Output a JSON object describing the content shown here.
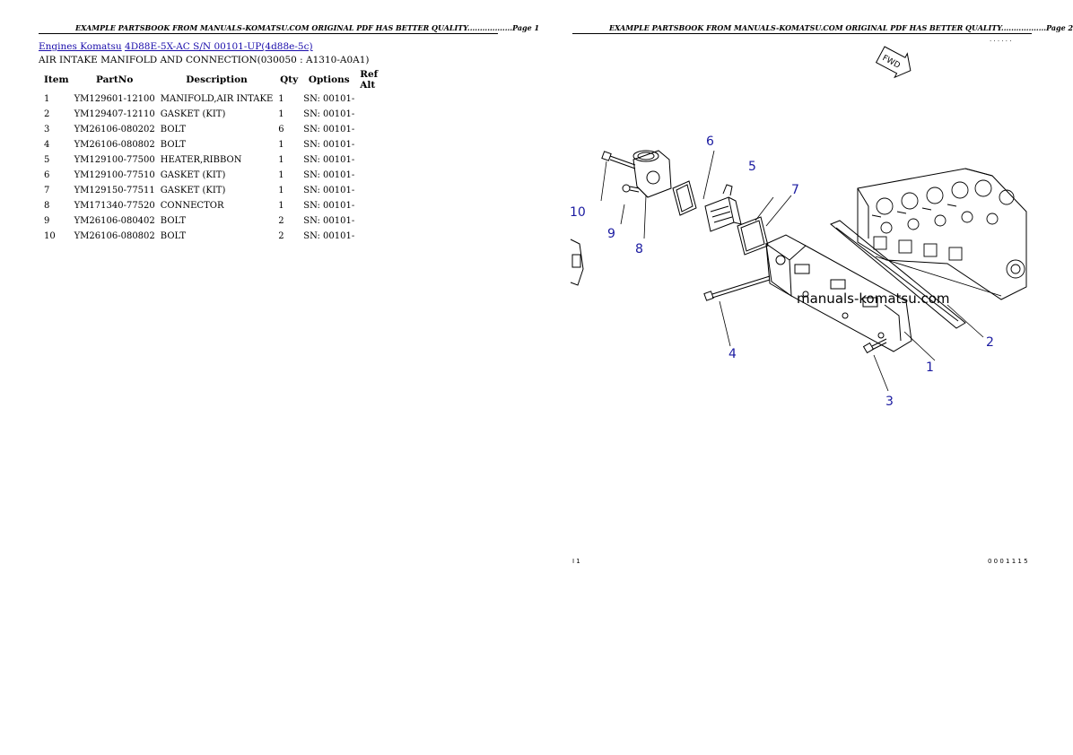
{
  "page1": {
    "header": "EXAMPLE PARTSBOOK FROM MANUALS-KOMATSU.COM ORIGINAL PDF HAS BETTER QUALITY..................Page 1",
    "breadcrumb": {
      "link1": "Engines Komatsu",
      "link2": "4D88E-5X-AC S/N 00101-UP(4d88e-5c)"
    },
    "subtitle": "AIR INTAKE MANIFOLD AND CONNECTION(030050 : A1310-A0A1)",
    "columns": [
      "Item",
      "PartNo",
      "Description",
      "Qty",
      "Options",
      "Ref",
      "Alt"
    ],
    "rows": [
      {
        "item": "1",
        "part": "YM129601-12100",
        "desc": "MANIFOLD,AIR INTAKE",
        "qty": "1",
        "opt": "SN: 00101-",
        "ref": "",
        "alt": ""
      },
      {
        "item": "2",
        "part": "YM129407-12110",
        "desc": "GASKET (KIT)",
        "qty": "1",
        "opt": "SN: 00101-",
        "ref": "",
        "alt": ""
      },
      {
        "item": "3",
        "part": "YM26106-080202",
        "desc": "BOLT",
        "qty": "6",
        "opt": "SN: 00101-",
        "ref": "",
        "alt": ""
      },
      {
        "item": "4",
        "part": "YM26106-080802",
        "desc": "BOLT",
        "qty": "1",
        "opt": "SN: 00101-",
        "ref": "",
        "alt": ""
      },
      {
        "item": "5",
        "part": "YM129100-77500",
        "desc": "HEATER,RIBBON",
        "qty": "1",
        "opt": "SN: 00101-",
        "ref": "",
        "alt": ""
      },
      {
        "item": "6",
        "part": "YM129100-77510",
        "desc": "GASKET (KIT)",
        "qty": "1",
        "opt": "SN: 00101-",
        "ref": "",
        "alt": ""
      },
      {
        "item": "7",
        "part": "YM129150-77511",
        "desc": "GASKET (KIT)",
        "qty": "1",
        "opt": "SN: 00101-",
        "ref": "",
        "alt": ""
      },
      {
        "item": "8",
        "part": "YM171340-77520",
        "desc": "CONNECTOR",
        "qty": "1",
        "opt": "SN: 00101-",
        "ref": "",
        "alt": ""
      },
      {
        "item": "9",
        "part": "YM26106-080402",
        "desc": "BOLT",
        "qty": "2",
        "opt": "SN: 00101-",
        "ref": "",
        "alt": ""
      },
      {
        "item": "10",
        "part": "YM26106-080802",
        "desc": "BOLT",
        "qty": "2",
        "opt": "SN: 00101-",
        "ref": "",
        "alt": ""
      }
    ]
  },
  "page2": {
    "header": "EXAMPLE PARTSBOOK FROM MANUALS-KOMATSU.COM ORIGINAL PDF HAS BETTER QUALITY..................Page 2",
    "watermark": "manuals-komatsu.com",
    "fwd_label": "FWD",
    "callouts": [
      "1",
      "2",
      "3",
      "4",
      "5",
      "6",
      "7",
      "8",
      "9",
      "10"
    ],
    "footer_left": "I 1",
    "footer_right": "0 0 0 1 1 1 5",
    "top_right_marks": ". . . . . ."
  },
  "colors": {
    "link": "#1a0dab",
    "callout": "#1a1aa0"
  }
}
